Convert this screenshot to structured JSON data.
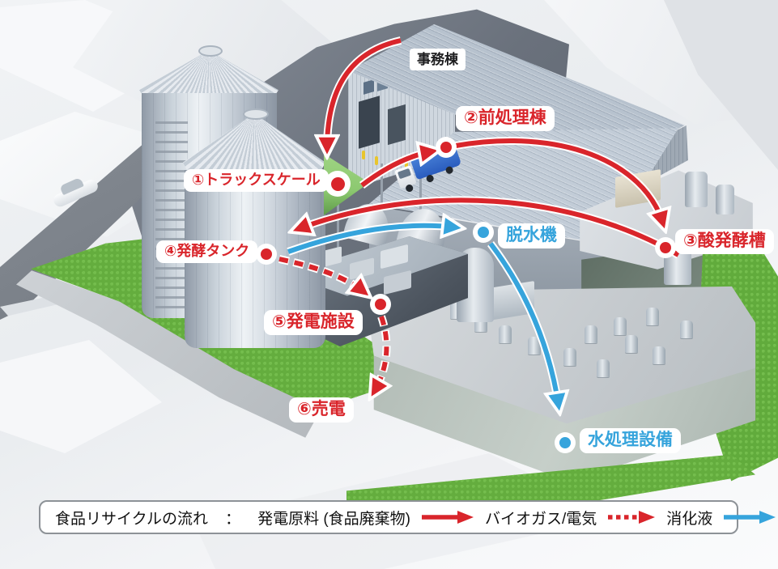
{
  "labels": {
    "office": {
      "text": "事務棟"
    },
    "pretreatment": {
      "text": "②前処理棟"
    },
    "truck_scale": {
      "text": "①トラックスケール"
    },
    "acid_fermenter": {
      "text": "③酸発酵槽"
    },
    "fermentation_tank": {
      "text": "④発酵タンク"
    },
    "dewatering": {
      "text": "脱水機"
    },
    "power_generation": {
      "text": "⑤発電施設"
    },
    "electricity_sale": {
      "text": "⑥売電"
    },
    "water_treatment": {
      "text": "水処理設備"
    }
  },
  "legend": {
    "title": "食品リサイクルの流れ",
    "separator": "：",
    "items": [
      {
        "label": "発電原料 (食品廃棄物)",
        "line": "solid",
        "color": "#d9252b"
      },
      {
        "label": "バイオガス/電気",
        "line": "dashed",
        "color": "#d9252b"
      },
      {
        "label": "消化液",
        "line": "solid",
        "color": "#36a4dc"
      }
    ]
  },
  "colors": {
    "flow_red": "#d9252b",
    "flow_blue": "#36a4dc",
    "scale_green": "#8cc870",
    "grass_green": "#68b244"
  }
}
